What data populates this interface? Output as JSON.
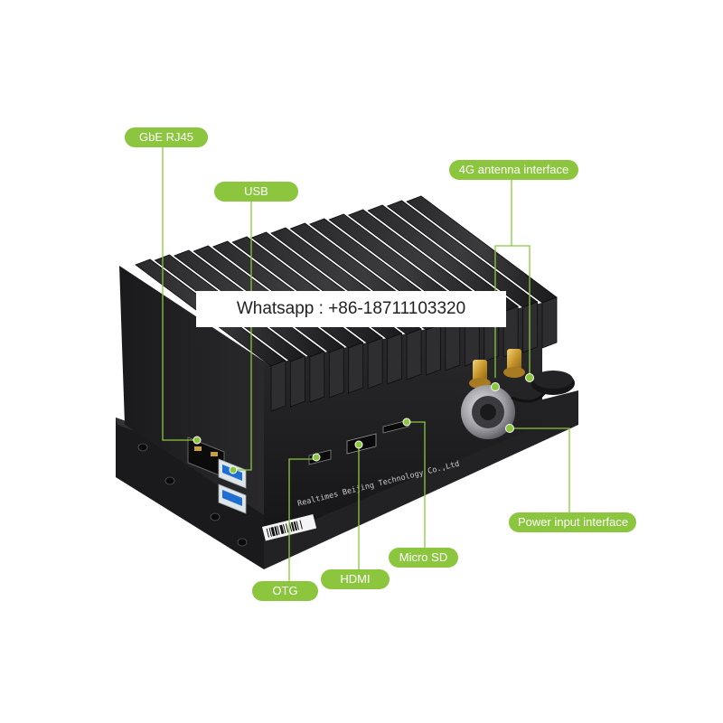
{
  "callouts": {
    "gbe_rj45": "GbE RJ45",
    "usb": "USB",
    "antenna_4g": "4G antenna interface",
    "power_input": "Power input interface",
    "micro_sd": "Micro SD",
    "hdmi": "HDMI",
    "otg": "OTG"
  },
  "overlay": {
    "whatsapp": "Whatsapp : +86-18711103320"
  },
  "device": {
    "brand_text": "Realtimes Beijing Technology Co.,Ltd",
    "port_labels": {
      "otg": "OTG",
      "hdmi": "HDMI",
      "micro_sd": "Micro SD"
    }
  },
  "colors": {
    "accent": "#8cc63f",
    "body": "#1c1c1e"
  }
}
